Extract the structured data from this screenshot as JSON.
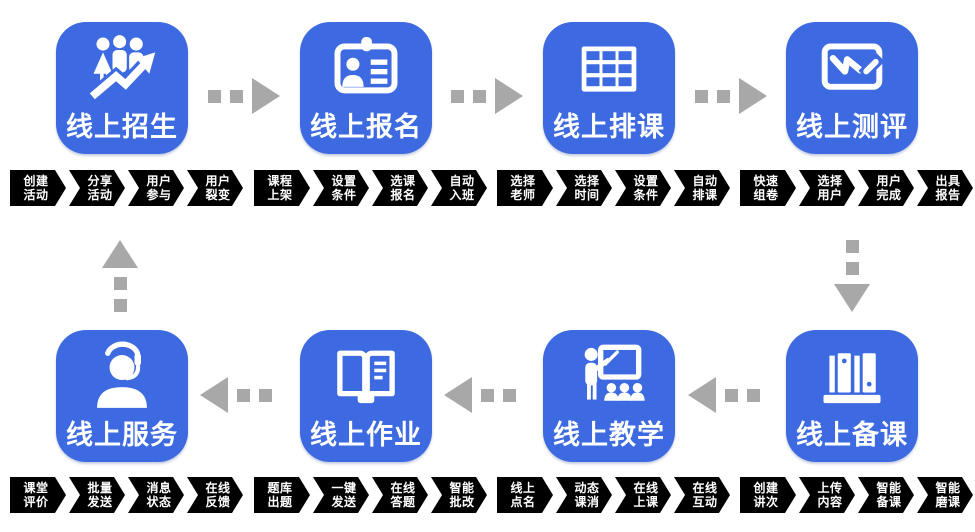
{
  "colors": {
    "tile_blue": "#3E6AE1",
    "connector_gray": "#A8A8A8",
    "ribbon_black": "#000000",
    "text_white": "#FFFFFF",
    "background": "#FFFFFF"
  },
  "modules": [
    {
      "slug": "online-recruitment",
      "title": "线上招生",
      "icon": "people-growth-icon",
      "steps": [
        [
          "创建",
          "活动"
        ],
        [
          "分享",
          "活动"
        ],
        [
          "用户",
          "参与"
        ],
        [
          "用户",
          "裂变"
        ]
      ]
    },
    {
      "slug": "online-registration",
      "title": "线上报名",
      "icon": "id-card-icon",
      "steps": [
        [
          "课程",
          "上架"
        ],
        [
          "设置",
          "条件"
        ],
        [
          "选课",
          "报名"
        ],
        [
          "自动",
          "入班"
        ]
      ]
    },
    {
      "slug": "online-scheduling",
      "title": "线上排课",
      "icon": "timetable-grid-icon",
      "steps": [
        [
          "选择",
          "老师"
        ],
        [
          "选择",
          "时间"
        ],
        [
          "设置",
          "条件"
        ],
        [
          "自动",
          "排课"
        ]
      ]
    },
    {
      "slug": "online-assessment",
      "title": "线上测评",
      "icon": "tablet-pen-icon",
      "steps": [
        [
          "快速",
          "组卷"
        ],
        [
          "选择",
          "用户"
        ],
        [
          "用户",
          "完成"
        ],
        [
          "出具",
          "报告"
        ]
      ]
    },
    {
      "slug": "online-lesson-prep",
      "title": "线上备课",
      "icon": "bookshelf-icon",
      "steps": [
        [
          "创建",
          "讲次"
        ],
        [
          "上传",
          "内容"
        ],
        [
          "智能",
          "备课"
        ],
        [
          "智能",
          "磨课"
        ]
      ]
    },
    {
      "slug": "online-teaching",
      "title": "线上教学",
      "icon": "teacher-blackboard-icon",
      "steps": [
        [
          "线上",
          "点名"
        ],
        [
          "动态",
          "课消"
        ],
        [
          "在线",
          "上课"
        ],
        [
          "在线",
          "互动"
        ]
      ]
    },
    {
      "slug": "online-homework",
      "title": "线上作业",
      "icon": "open-book-icon",
      "steps": [
        [
          "题库",
          "出题"
        ],
        [
          "一键",
          "发送"
        ],
        [
          "在线",
          "答题"
        ],
        [
          "智能",
          "批改"
        ]
      ]
    },
    {
      "slug": "online-service",
      "title": "线上服务",
      "icon": "support-headset-icon",
      "steps": [
        [
          "课堂",
          "评价"
        ],
        [
          "批量",
          "发送"
        ],
        [
          "消息",
          "状态"
        ],
        [
          "在线",
          "反馈"
        ]
      ]
    }
  ],
  "flow": {
    "connector_style": "dotted-arrow",
    "top_row_direction": "right",
    "right_side_direction": "down",
    "bottom_row_direction": "left",
    "left_side_direction": "up"
  }
}
